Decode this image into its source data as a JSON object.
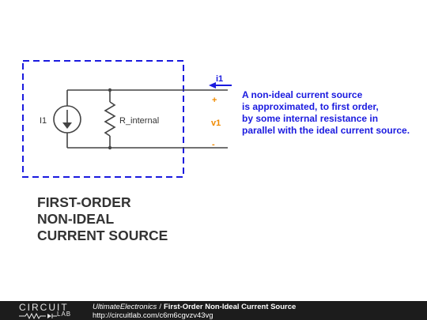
{
  "circuit": {
    "source_label": "I1",
    "resistor_label": "R_internal",
    "current_label": "i1",
    "plus_label": "+",
    "voltage_label": "v1",
    "minus_label": "-",
    "colors": {
      "wire": "#444444",
      "box_dash": "#1a1adf",
      "arrow": "#1a1adf",
      "plus_minus": "#f08a00",
      "voltage": "#f08a00",
      "current_label": "#1a1adf"
    }
  },
  "note": {
    "lines": [
      "A non-ideal current source",
      "is approximated, to first order,",
      "by some internal resistance in",
      "parallel with the ideal current source."
    ]
  },
  "title": {
    "lines": [
      "FIRST-ORDER",
      "NON-IDEAL",
      "CURRENT SOURCE"
    ]
  },
  "footer": {
    "logo_top": "CIRCUIT",
    "logo_bottom": "LAB",
    "author": "UltimateElectronics",
    "separator": "/",
    "doc_title": "First-Order Non-Ideal Current Source",
    "url": "http://circuitlab.com/c6m6cgvzv43vg"
  }
}
